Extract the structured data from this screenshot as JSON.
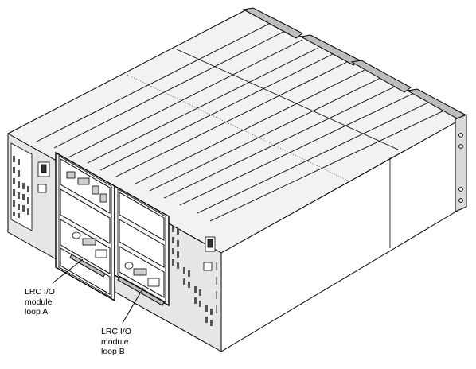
{
  "callouts": [
    {
      "id": "loop-a",
      "lines": [
        "LRC I/O",
        "module",
        "loop A"
      ]
    },
    {
      "id": "loop-b",
      "lines": [
        "LRC I/O",
        "module",
        "loop B"
      ]
    }
  ],
  "colors": {
    "line": "#000000",
    "top_face": "#f2f2f2",
    "side_face": "#ffffff",
    "front_face": "#e6e6e6",
    "bezel": "#bdbdbd",
    "vent": "#555555"
  },
  "icons": [
    "power-switch-icon",
    "vent-grille-icon",
    "connector-port-icon",
    "rack-ear-icon"
  ]
}
